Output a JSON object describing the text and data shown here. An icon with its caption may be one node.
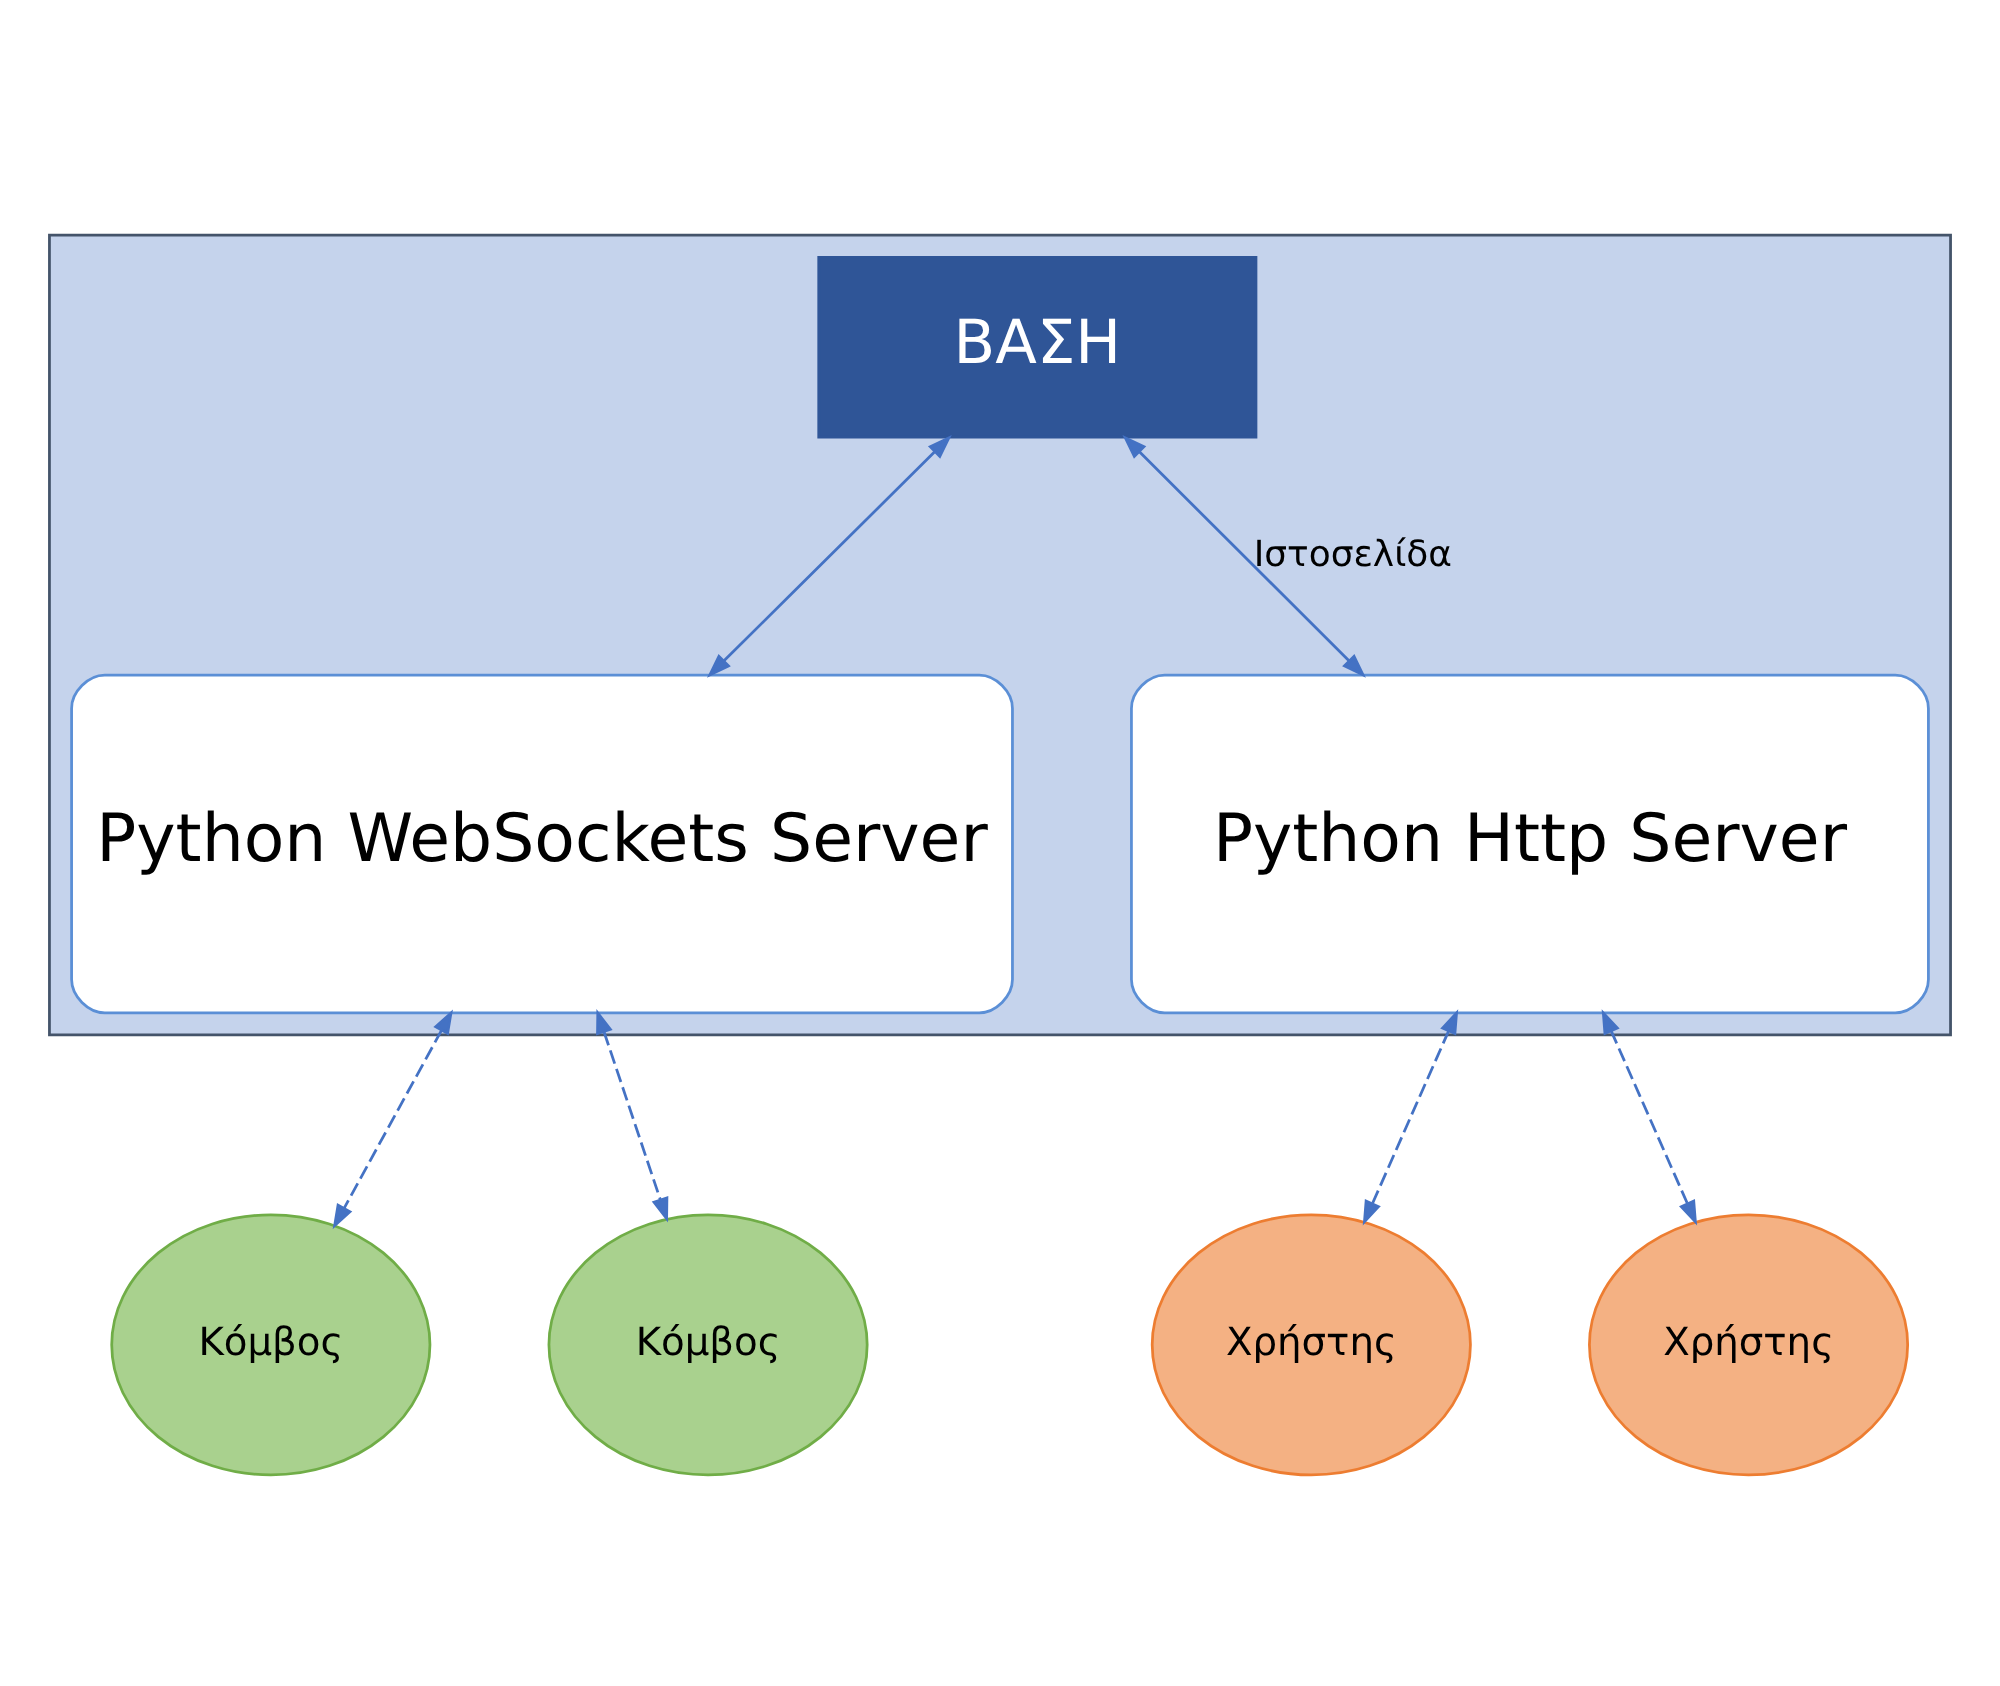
{
  "diagram": {
    "nodes": [
      {
        "text": [],
        "shape": "box"
      },
      {
        "text": [
          "ΒΑΣΗ"
        ],
        "in": 0
      },
      {
        "text": [
          "Python WebSockets Server"
        ],
        "in": 0
      },
      {
        "text": [
          "Python Http Server"
        ],
        "in": 0
      },
      {
        "text": [
          "Κόμβος"
        ]
      },
      {
        "text": [
          "Κόμβος"
        ]
      },
      {
        "text": [
          "Χρήστης"
        ]
      },
      {
        "text": [
          "Χρήστης"
        ]
      }
    ],
    "edges": [
      {
        "from": 1,
        "to": 2,
        "arrow": "both"
      },
      {
        "from": 1,
        "to": 3,
        "arrow": "both",
        "label": "Ιστοσελίδα"
      },
      {
        "from": 2,
        "to": 4,
        "arrow": "both",
        "style": "dashed"
      },
      {
        "from": 2,
        "to": 5,
        "arrow": "both",
        "style": "dashed"
      },
      {
        "from": 3,
        "to": 6,
        "arrow": "both",
        "style": "dashed"
      },
      {
        "from": 3,
        "to": 7,
        "arrow": "both",
        "style": "dashed"
      }
    ]
  }
}
